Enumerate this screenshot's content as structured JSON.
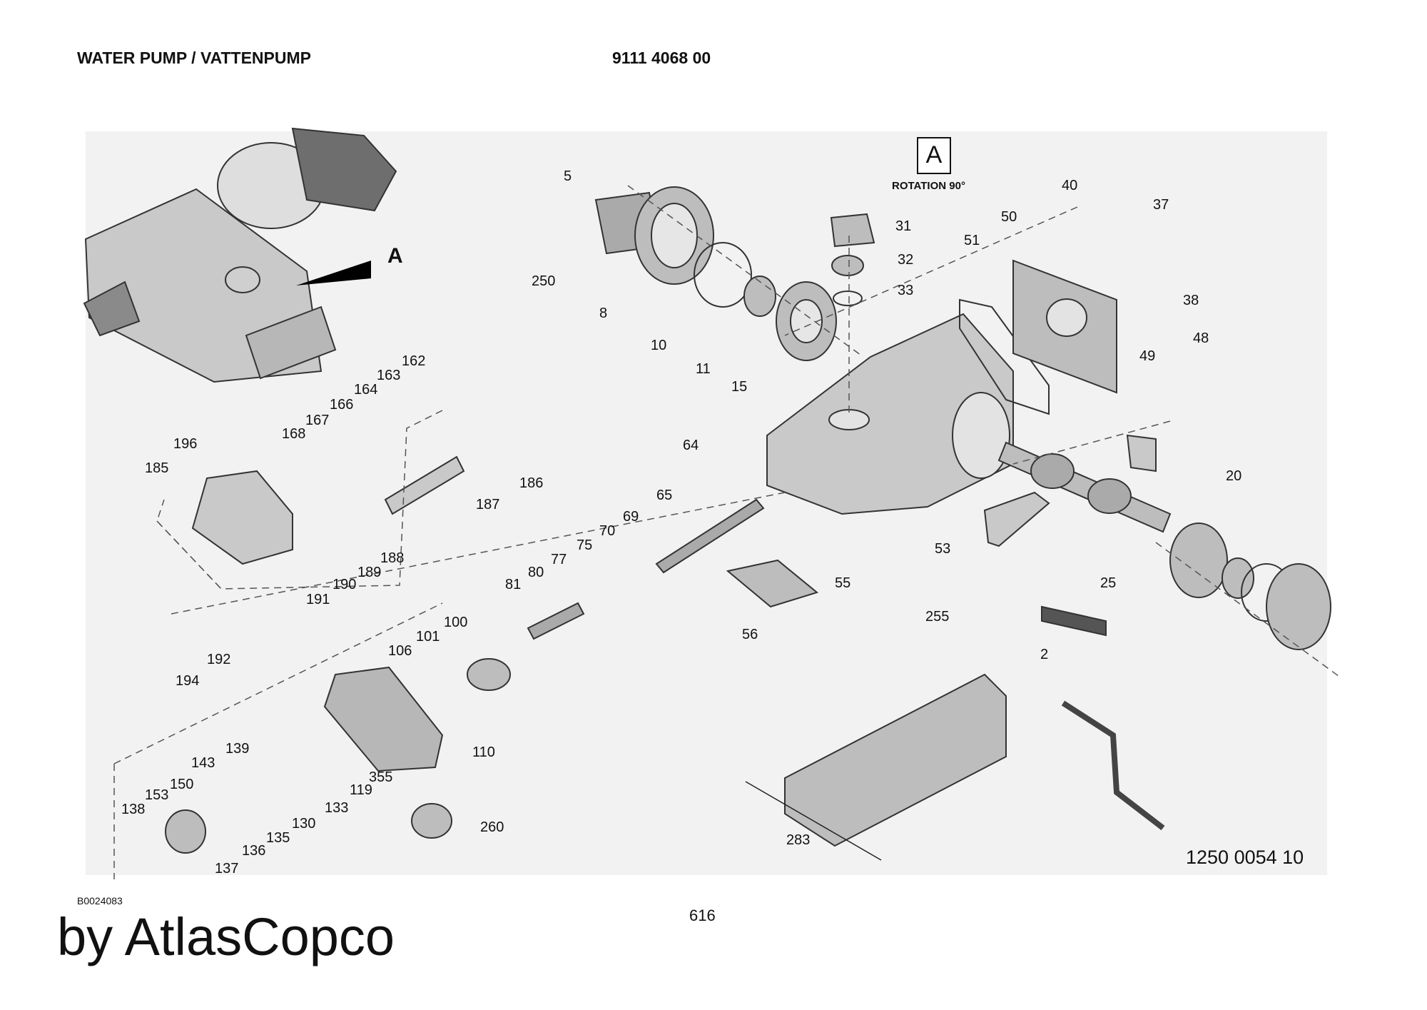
{
  "header": {
    "title": "WATER PUMP / VATTENPUMP",
    "doc_number": "9111 4068 00"
  },
  "footer": {
    "ref_code": "B0024083",
    "page": "616",
    "brand": "by AtlasCopco",
    "drawing_number": "1250 0054 10"
  },
  "annotations": {
    "view_marker": "A",
    "rotation_label": "ROTATION 90°",
    "arrow_label": "A"
  },
  "part_numbers": [
    "5",
    "250",
    "8",
    "10",
    "11",
    "15",
    "31",
    "32",
    "33",
    "40",
    "50",
    "51",
    "37",
    "38",
    "48",
    "49",
    "196",
    "185",
    "168",
    "167",
    "166",
    "164",
    "163",
    "162",
    "186",
    "187",
    "188",
    "189",
    "190",
    "191",
    "194",
    "192",
    "64",
    "65",
    "69",
    "70",
    "75",
    "77",
    "81",
    "80",
    "100",
    "101",
    "106",
    "110",
    "55",
    "56",
    "53",
    "20",
    "25",
    "2",
    "255",
    "139",
    "143",
    "150",
    "153",
    "138",
    "137",
    "136",
    "135",
    "130",
    "133",
    "119",
    "355",
    "260",
    "283"
  ]
}
